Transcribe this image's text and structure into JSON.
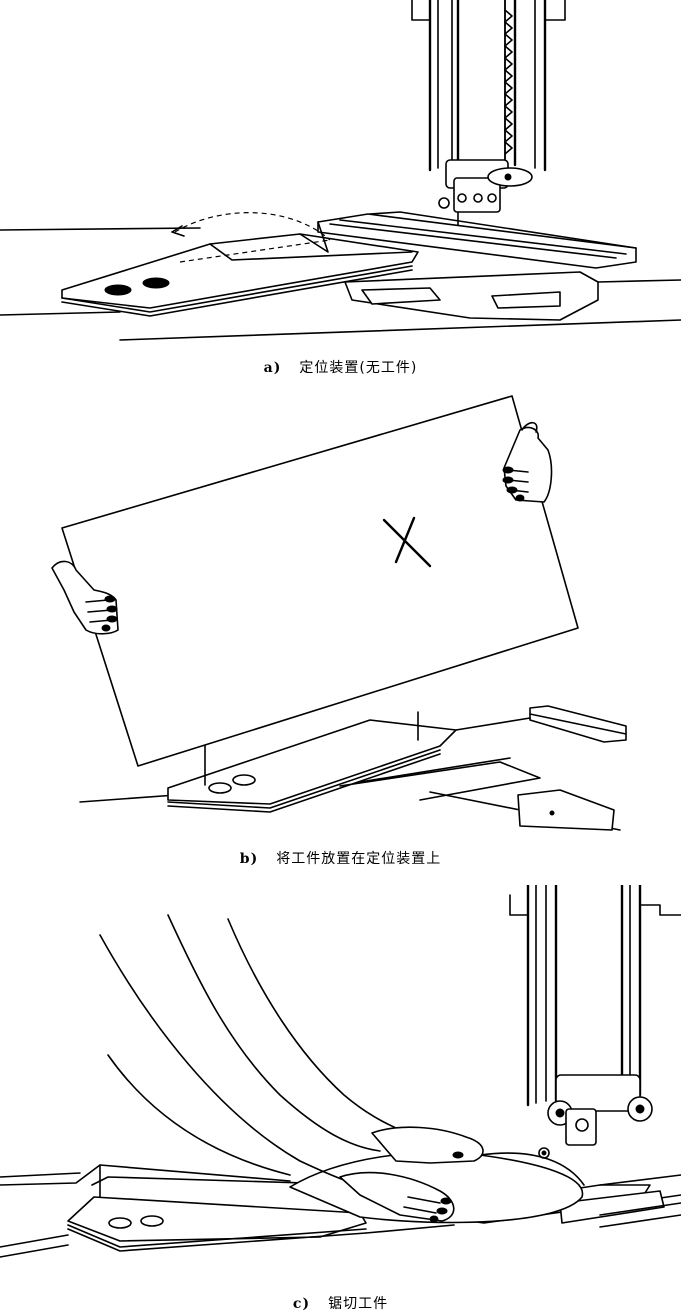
{
  "figures": [
    {
      "label": "a)",
      "caption": "定位装置(无工件)"
    },
    {
      "label": "b)",
      "caption": "将工件放置在定位装置上"
    },
    {
      "label": "c)",
      "caption": "锯切工件"
    }
  ]
}
